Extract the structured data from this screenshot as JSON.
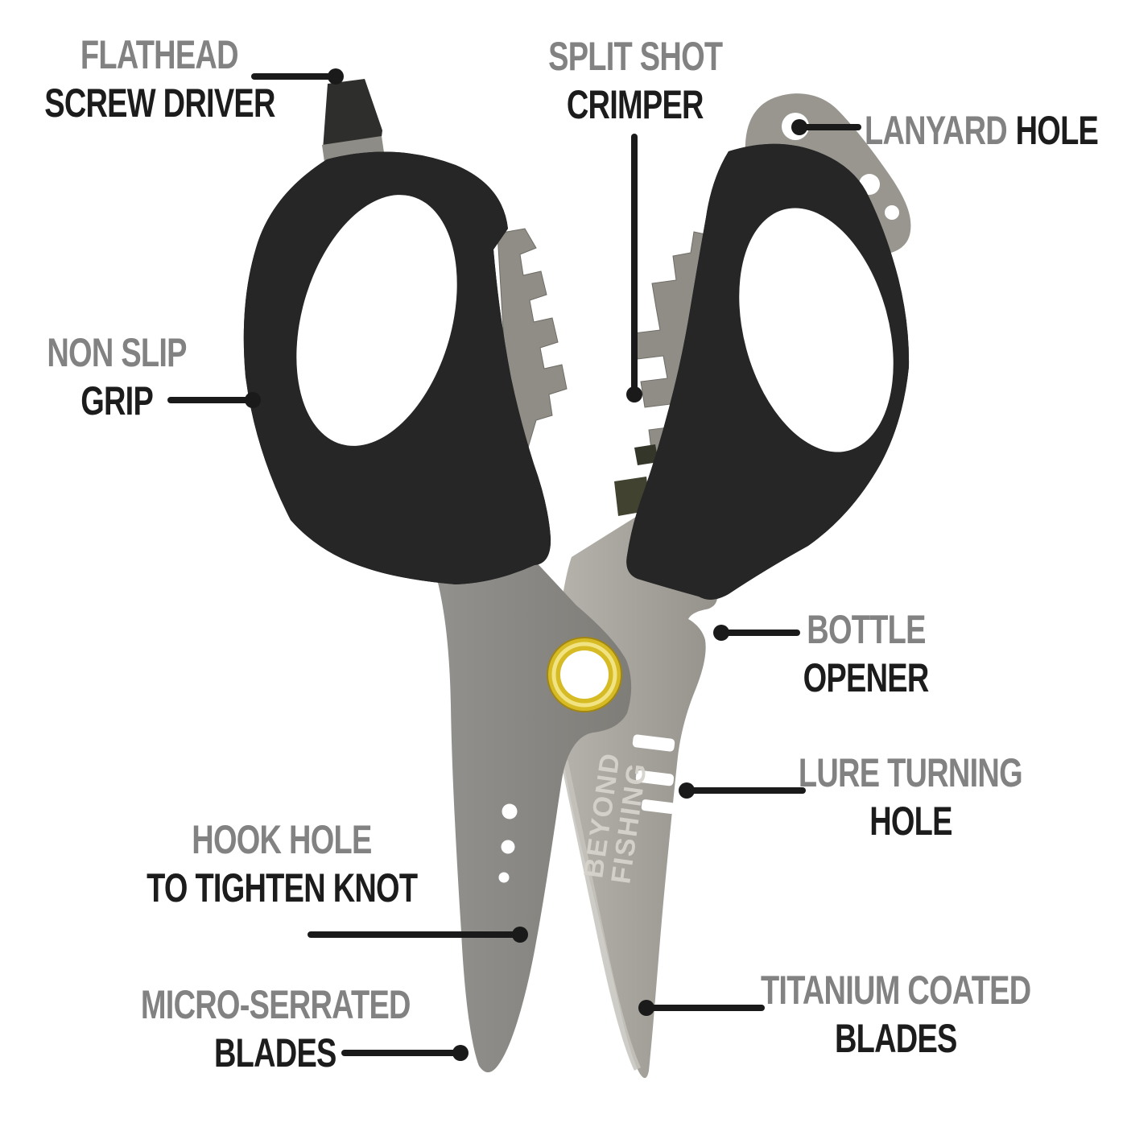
{
  "labels": {
    "flathead": {
      "primary": "FLATHEAD",
      "secondary": "SCREW DRIVER"
    },
    "split_shot": {
      "primary": "SPLIT SHOT",
      "secondary": "CRIMPER"
    },
    "lanyard": {
      "primary": "LANYARD",
      "secondary": "HOLE"
    },
    "non_slip": {
      "primary": "NON SLIP",
      "secondary": "GRIP"
    },
    "bottle": {
      "primary": "BOTTLE",
      "secondary": "OPENER"
    },
    "lure": {
      "primary": "LURE TURNING",
      "secondary": "HOLE"
    },
    "hook": {
      "primary": "HOOK HOLE",
      "secondary": "TO TIGHTEN KNOT"
    },
    "micro": {
      "primary": "MICRO-SERRATED",
      "secondary": "BLADES"
    },
    "titanium": {
      "primary": "TITANIUM COATED",
      "secondary": "BLADES"
    }
  },
  "brand": {
    "line1": "BEYOND",
    "line2": "FISHING"
  },
  "colors": {
    "label_gray": "#828282",
    "label_black": "#1c1c1c",
    "leader_line": "#1a1a1a",
    "handle_black": "#262626",
    "blade_gray_dark": "#85837e",
    "blade_gray_light": "#aba8a1",
    "metal_tab_gray": "#99968f",
    "pivot_gold": "#d7bb24",
    "pivot_center": "#ffffff"
  }
}
